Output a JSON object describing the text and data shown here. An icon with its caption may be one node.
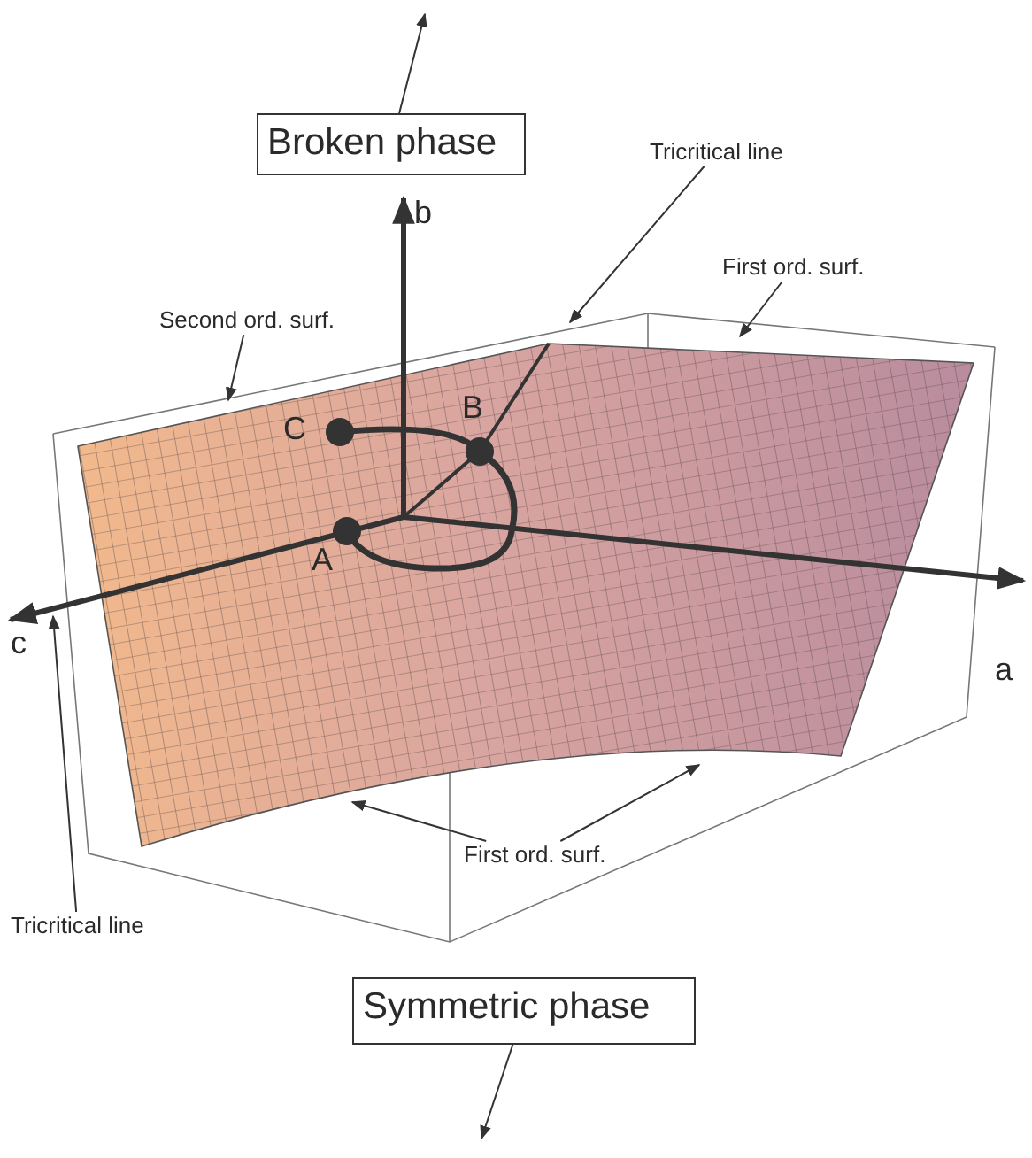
{
  "diagram": {
    "nodes": [
      {
        "text": [
          "Broken phase"
        ]
      },
      {
        "text": [
          "Tricritical line"
        ]
      },
      {
        "text": [
          "First ord. surf."
        ]
      },
      {
        "text": [
          "Second ord. surf."
        ]
      },
      {
        "text": [
          "Tricritical line"
        ]
      },
      {
        "text": [
          "First ord. surf."
        ]
      },
      {
        "text": [
          "Symmetric phase"
        ]
      }
    ],
    "edges": [
      {
        "from": 0,
        "to": null,
        "arrow": "to"
      },
      {
        "from": 1,
        "to": null,
        "arrow": "to"
      },
      {
        "from": 2,
        "to": null,
        "arrow": "to"
      },
      {
        "from": 3,
        "to": null,
        "arrow": "to"
      },
      {
        "from": 4,
        "to": null,
        "arrow": "to"
      },
      {
        "from": 5,
        "to": null,
        "arrow": "to"
      },
      {
        "from": 5,
        "to": null,
        "arrow": "to"
      },
      {
        "from": 6,
        "to": null,
        "arrow": "to"
      }
    ],
    "labels": [
      "b",
      "B",
      "C",
      "A",
      "c",
      "a"
    ]
  }
}
